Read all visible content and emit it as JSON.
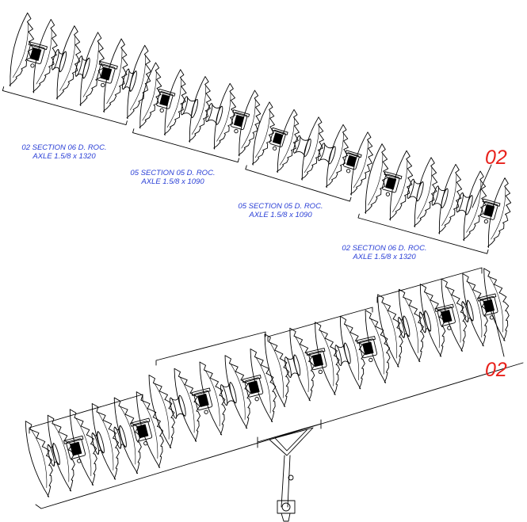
{
  "section_labels": [
    {
      "line1": "02 SECTION 06 D. ROC.",
      "line2": "AXLE 1.5/8 x 1320"
    },
    {
      "line1": "05 SECTION 05 D. ROC.",
      "line2": "AXLE 1.5/8 x 1090"
    },
    {
      "line1": "05 SECTION 05 D. ROC.",
      "line2": "AXLE 1.5/8 x 1090"
    },
    {
      "line1": "02 SECTION 06 D. ROC.",
      "line2": "AXLE 1.5/8 x 1320"
    }
  ],
  "callouts": [
    "02",
    "02"
  ],
  "colors": {
    "label": "#2a3fd6",
    "callout": "#e8201a",
    "line": "#000000"
  }
}
